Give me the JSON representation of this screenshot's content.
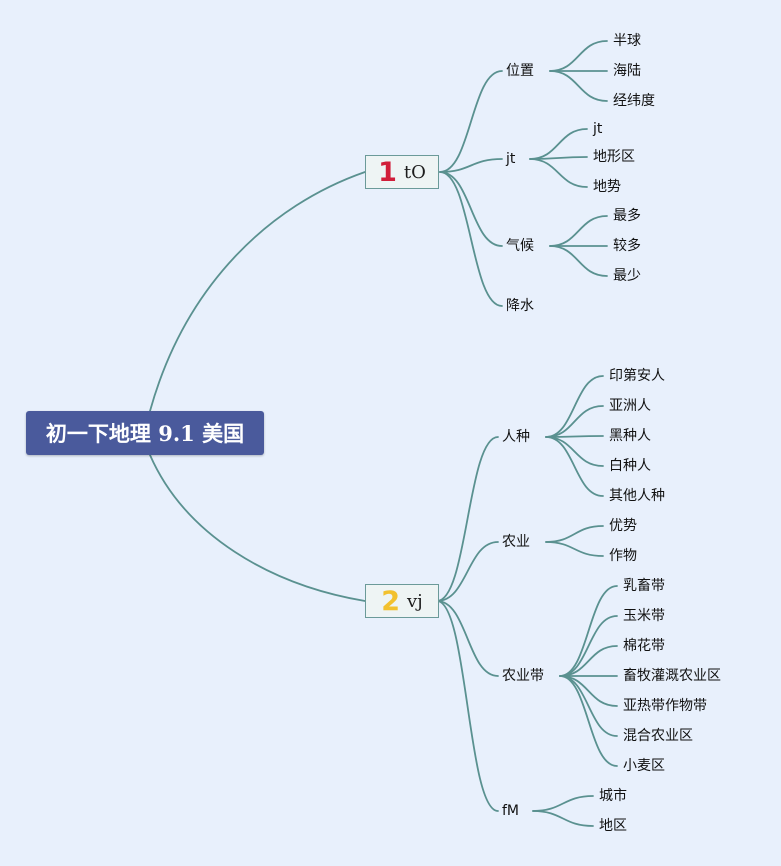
{
  "colors": {
    "background": "#e8f0fc",
    "root_fill": "#4a5a9c",
    "root_text": "#ffffff",
    "connector": "#5a9190",
    "branch_border": "#6b9a99",
    "badge_1": "#d11e3a",
    "badge_2": "#f2c12e"
  },
  "root": {
    "label": "初一下地理 9.1 美国"
  },
  "branches": [
    {
      "badge": "1",
      "label": "tO",
      "children": [
        {
          "label": "位置",
          "children": [
            {
              "label": "半球"
            },
            {
              "label": "海陆"
            },
            {
              "label": "经纬度"
            }
          ]
        },
        {
          "label": "jt",
          "children": [
            {
              "label": "jt"
            },
            {
              "label": "地形区"
            },
            {
              "label": "地势"
            }
          ]
        },
        {
          "label": "气候",
          "children": [
            {
              "label": "最多"
            },
            {
              "label": "较多"
            },
            {
              "label": "最少"
            }
          ]
        },
        {
          "label": "降水",
          "children": []
        }
      ]
    },
    {
      "badge": "2",
      "label": "vj",
      "children": [
        {
          "label": "人种",
          "children": [
            {
              "label": "印第安人"
            },
            {
              "label": "亚洲人"
            },
            {
              "label": "黑种人"
            },
            {
              "label": "白种人"
            },
            {
              "label": "其他人种"
            }
          ]
        },
        {
          "label": "农业",
          "children": [
            {
              "label": "优势"
            },
            {
              "label": "作物"
            }
          ]
        },
        {
          "label": "农业带",
          "children": [
            {
              "label": "乳畜带"
            },
            {
              "label": "玉米带"
            },
            {
              "label": "棉花带"
            },
            {
              "label": "畜牧灌溉农业区"
            },
            {
              "label": "亚热带作物带"
            },
            {
              "label": "混合农业区"
            },
            {
              "label": "小麦区"
            }
          ]
        },
        {
          "label": "fM",
          "children": [
            {
              "label": "城市"
            },
            {
              "label": "地区"
            }
          ]
        }
      ]
    }
  ]
}
